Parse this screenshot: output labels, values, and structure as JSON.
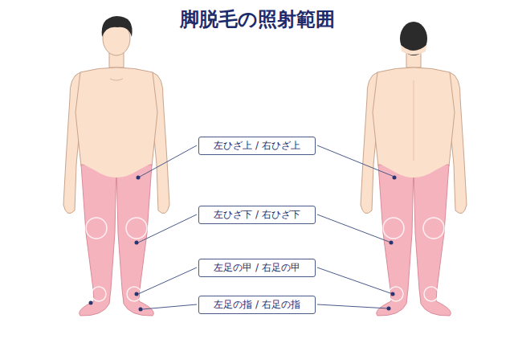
{
  "diagram": {
    "title": "脚脱毛の照射範囲",
    "nodes": [
      {
        "text": [
          "左ひざ上 / 右ひざ上"
        ]
      },
      {
        "text": [
          "左ひざ下 / 右ひざ下"
        ]
      },
      {
        "text": [
          "左足の甲 / 右足の甲"
        ]
      },
      {
        "text": [
          "左足の指 / 右足の指"
        ]
      }
    ]
  }
}
